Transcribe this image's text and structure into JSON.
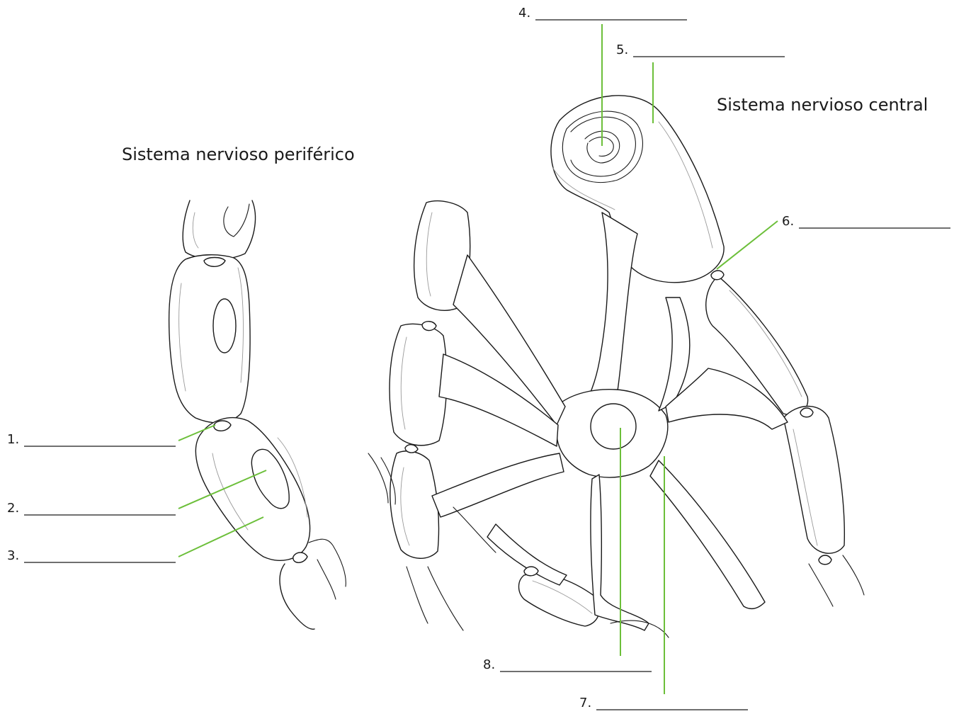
{
  "titles": {
    "peripheral": "Sistema nervioso periférico",
    "central": "Sistema nervioso central"
  },
  "labels": [
    {
      "id": "1",
      "text": "1.",
      "answer": ""
    },
    {
      "id": "2",
      "text": "2.",
      "answer": ""
    },
    {
      "id": "3",
      "text": "3.",
      "answer": ""
    },
    {
      "id": "4",
      "text": "4.",
      "answer": ""
    },
    {
      "id": "5",
      "text": "5.",
      "answer": ""
    },
    {
      "id": "6",
      "text": "6.",
      "answer": ""
    },
    {
      "id": "7",
      "text": "7.",
      "answer": ""
    },
    {
      "id": "8",
      "text": "8.",
      "answer": ""
    }
  ],
  "colors": {
    "leader_line": "#6cbf3a",
    "outline": "#1a1a1a"
  }
}
